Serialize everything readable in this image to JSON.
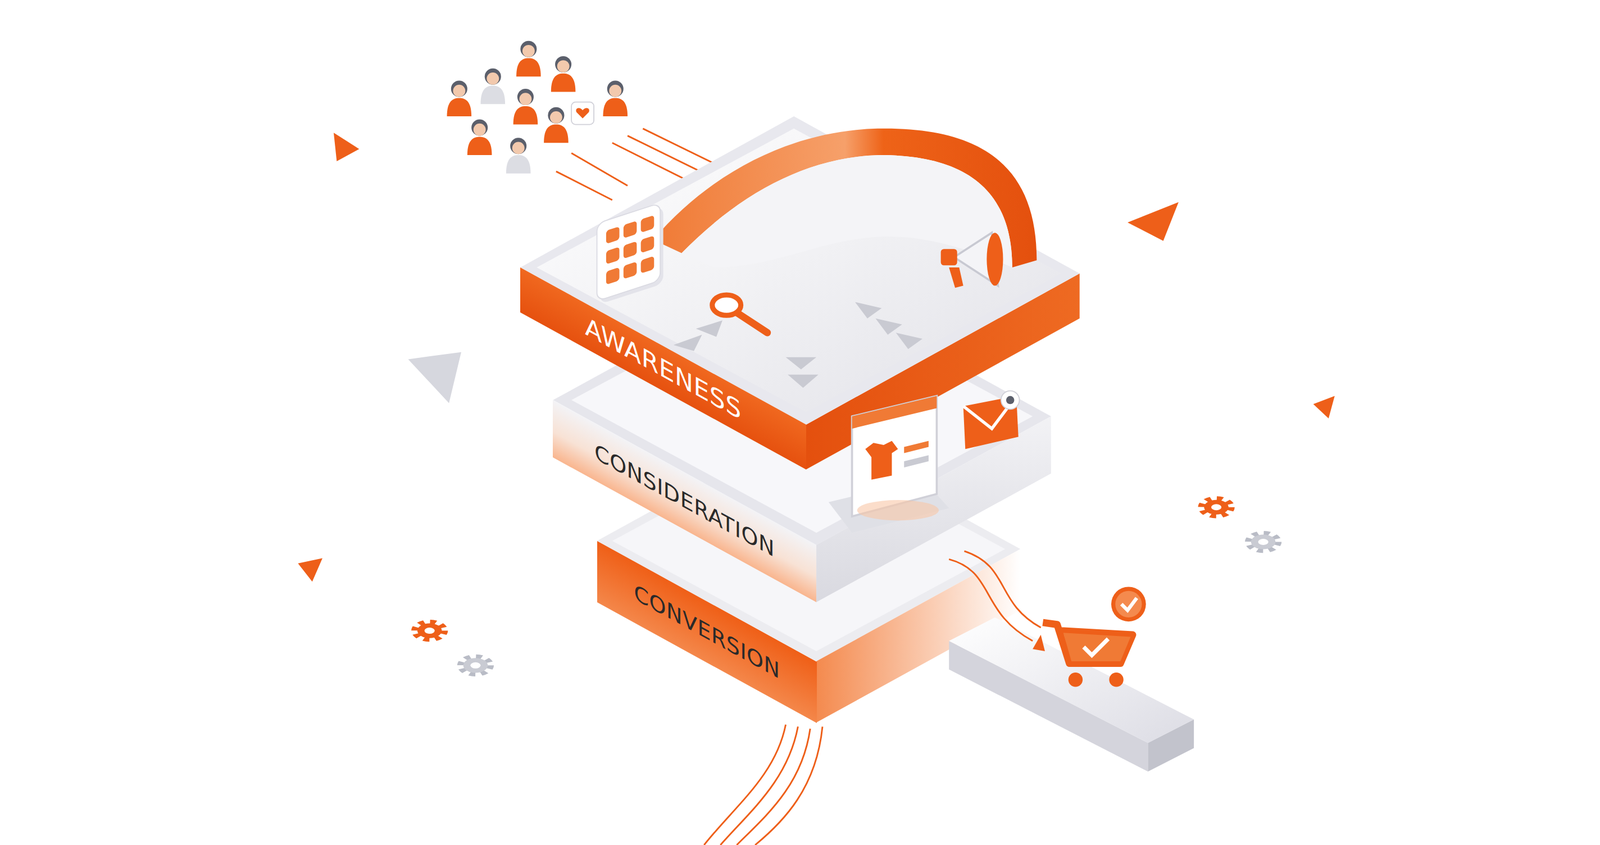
{
  "diagram": {
    "nodes": [
      {
        "text": [
          "AWARENESS"
        ]
      },
      {
        "text": [
          "CONSIDERATION"
        ]
      },
      {
        "text": [
          "CONVERSION"
        ]
      }
    ]
  }
}
